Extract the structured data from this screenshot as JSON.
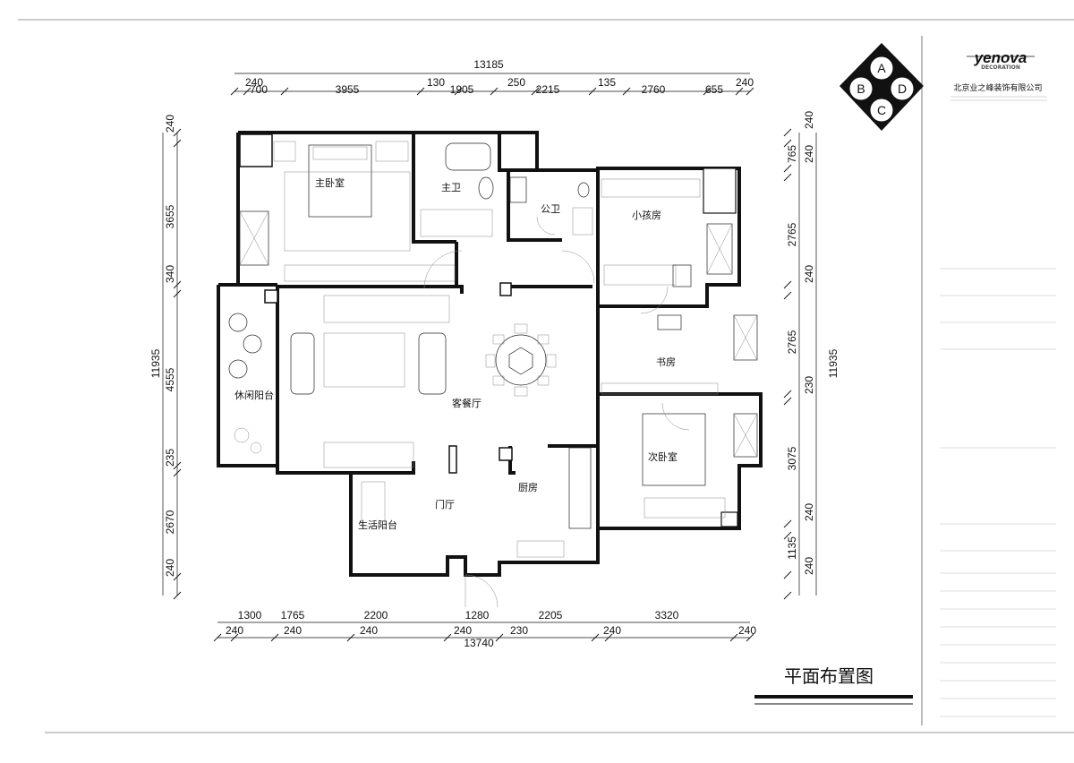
{
  "drawing": {
    "title": "平面布置图",
    "dims_top_total": "13185",
    "dims_top": [
      "240",
      "700",
      "3955",
      "130",
      "1905",
      "250",
      "2215",
      "135",
      "2760",
      "655",
      "240"
    ],
    "dims_bottom_total": "13740",
    "dims_bottom_upper": [
      "1300",
      "1765",
      "2200",
      "1280",
      "2205",
      "3320"
    ],
    "dims_bottom_lower": [
      "240",
      "240",
      "240",
      "240",
      "230",
      "240",
      "240"
    ],
    "dims_left_total": "11935",
    "dims_left": [
      "240",
      "3655",
      "340",
      "4555",
      "235",
      "2670",
      "240"
    ],
    "dims_right_total": "11935",
    "dims_right": [
      "240",
      "765",
      "240",
      "2765",
      "240",
      "2765",
      "230",
      "3075",
      "240",
      "1135",
      "240"
    ]
  },
  "rooms": {
    "master_bedroom": "主卧室",
    "master_bath": "主卫",
    "public_bath": "公卫",
    "child_room": "小孩房",
    "living_dining": "客餐厅",
    "study": "书房",
    "leisure_balcony": "休闲阳台",
    "second_bedroom": "次卧室",
    "kitchen": "厨房",
    "foyer": "门厅",
    "utility_balcony": "生活阳台"
  },
  "compass": {
    "a": "A",
    "b": "B",
    "c": "C",
    "d": "D"
  },
  "titleblock": {
    "brand": "yenova",
    "brand_sub": "DECORATION",
    "company": "北京业之峰装饰有限公司"
  }
}
